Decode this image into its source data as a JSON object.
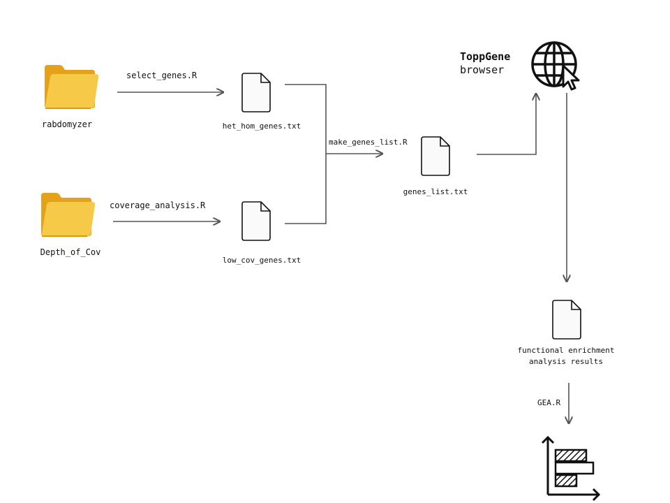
{
  "nodes": {
    "rabdomyzer": "rabdomyzer",
    "depth_of_cov": "Depth_of_Cov",
    "het_hom_genes": "het_hom_genes.txt",
    "low_cov_genes": "low_cov_genes.txt",
    "genes_list": "genes_list.txt",
    "toppgene_bold": "ToppGene",
    "toppgene_rest": "browser",
    "fea_line1": "functional enrichment",
    "fea_line2": "analysis results"
  },
  "edges": {
    "select_genes": "select_genes.R",
    "coverage_analysis": "coverage_analysis.R",
    "make_genes_list": "make_genes_list.R",
    "gea": "GEA.R"
  },
  "colors": {
    "arrow": "#555555",
    "folder_back": "#e3a21a",
    "folder_front": "#f7c948",
    "icon_stroke": "#111111"
  }
}
